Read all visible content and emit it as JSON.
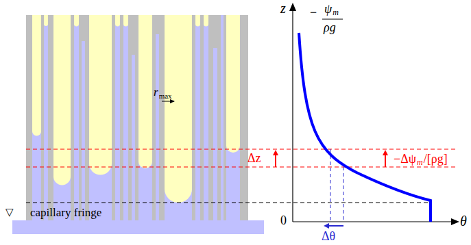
{
  "diagram": {
    "labels": [
      "r",
      "max",
      "▽",
      "capillary fringe",
      "z",
      "−",
      "ψ",
      "m",
      "ρg",
      "0",
      "θ",
      "Δz",
      "−Δψ",
      "m",
      "/[ρg]",
      "Δθ"
    ]
  }
}
